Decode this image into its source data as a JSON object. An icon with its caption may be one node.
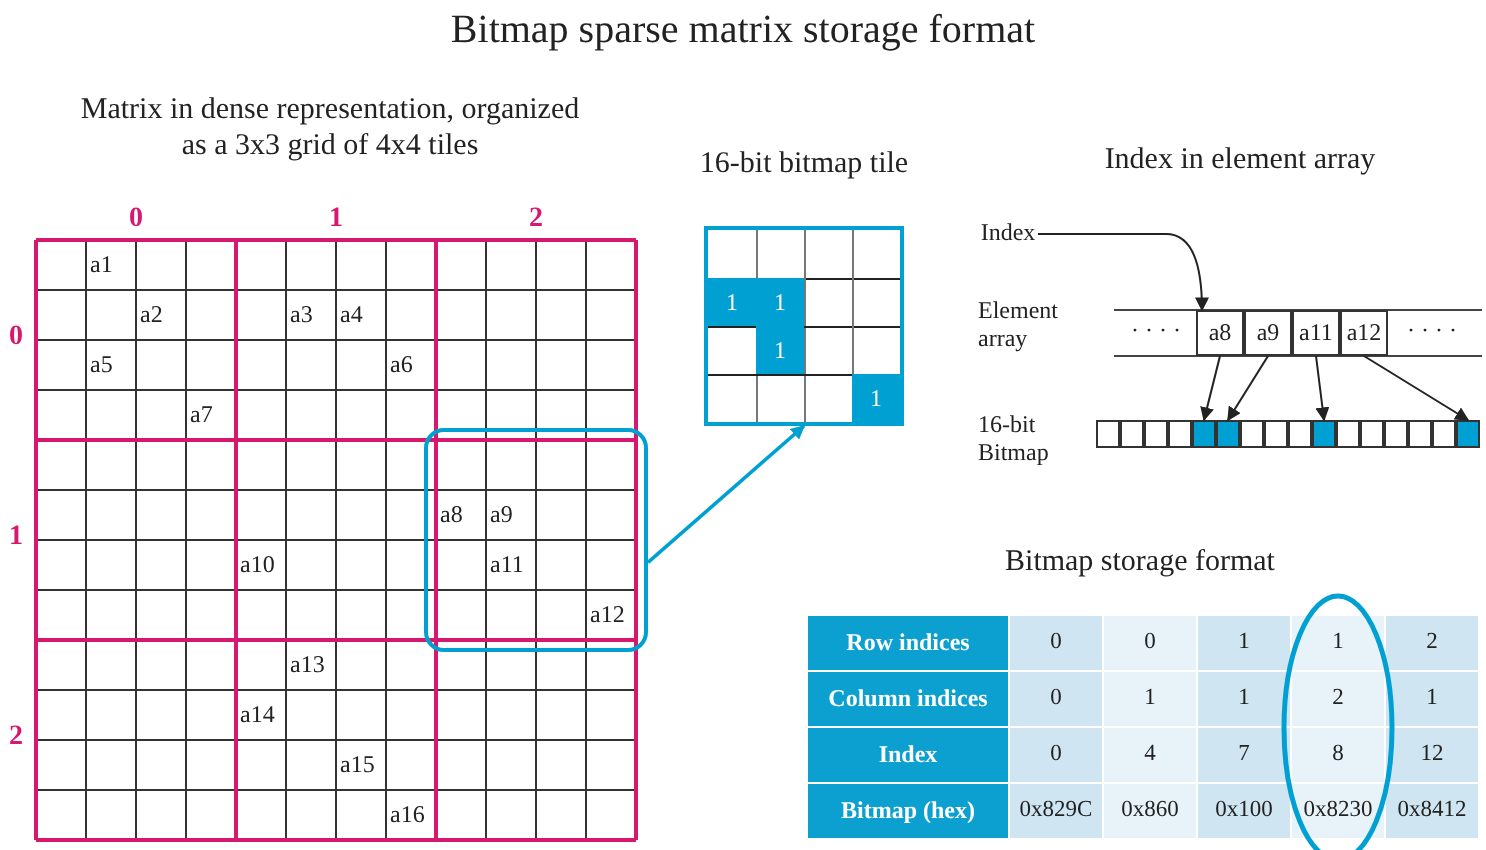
{
  "diagram": {
    "title": "Bitmap sparse matrix storage format",
    "nodes": [
      {
        "text": [],
        "shape": "box"
      },
      {
        "text": [
          "1",
          "1",
          "1",
          "1"
        ]
      },
      {
        "text": [
          "Index"
        ]
      },
      {
        "text": [
          "a8"
        ]
      },
      {
        "text": [
          "a9"
        ]
      },
      {
        "text": [
          "a11"
        ]
      },
      {
        "text": [
          "a12"
        ]
      },
      {
        "text": [],
        "shape": "box"
      },
      {
        "text": [],
        "shape": "box"
      },
      {
        "text": [],
        "shape": "box"
      },
      {
        "text": [],
        "shape": "box"
      }
    ],
    "edges": [
      {
        "from": 0,
        "to": 1,
        "arrow": "to",
        "color": "#00a0d2"
      },
      {
        "from": 2,
        "to": 3,
        "arrow": "to"
      },
      {
        "from": 3,
        "to": 7,
        "arrow": "to"
      },
      {
        "from": 4,
        "to": 8,
        "arrow": "to"
      },
      {
        "from": 5,
        "to": 9,
        "arrow": "to"
      },
      {
        "from": 6,
        "to": 10,
        "arrow": "to"
      }
    ],
    "labels": [
      "Matrix in dense representation, organized as a 3x3 grid of 4x4 tiles",
      "0",
      "1",
      "2",
      "0",
      "1",
      "2",
      "a1",
      "a2",
      "a3",
      "a4",
      "a5",
      "a6",
      "a7",
      "a8",
      "a9",
      "a10",
      "a11",
      "a12",
      "a13",
      "a14",
      "a15",
      "a16",
      "16-bit bitmap tile",
      "Index in element array",
      "Element array",
      "16-bit Bitmap",
      "· · · ·",
      "· · · ·",
      "Bitmap storage format",
      "Row indices",
      "0",
      "0",
      "1",
      "1",
      "2",
      "Column indices",
      "0",
      "1",
      "1",
      "2",
      "1",
      "Index",
      "0",
      "4",
      "7",
      "8",
      "12",
      "Bitmap (hex)",
      "0x829C",
      "0x860",
      "0x100",
      "0x8230",
      "0x8412"
    ]
  }
}
